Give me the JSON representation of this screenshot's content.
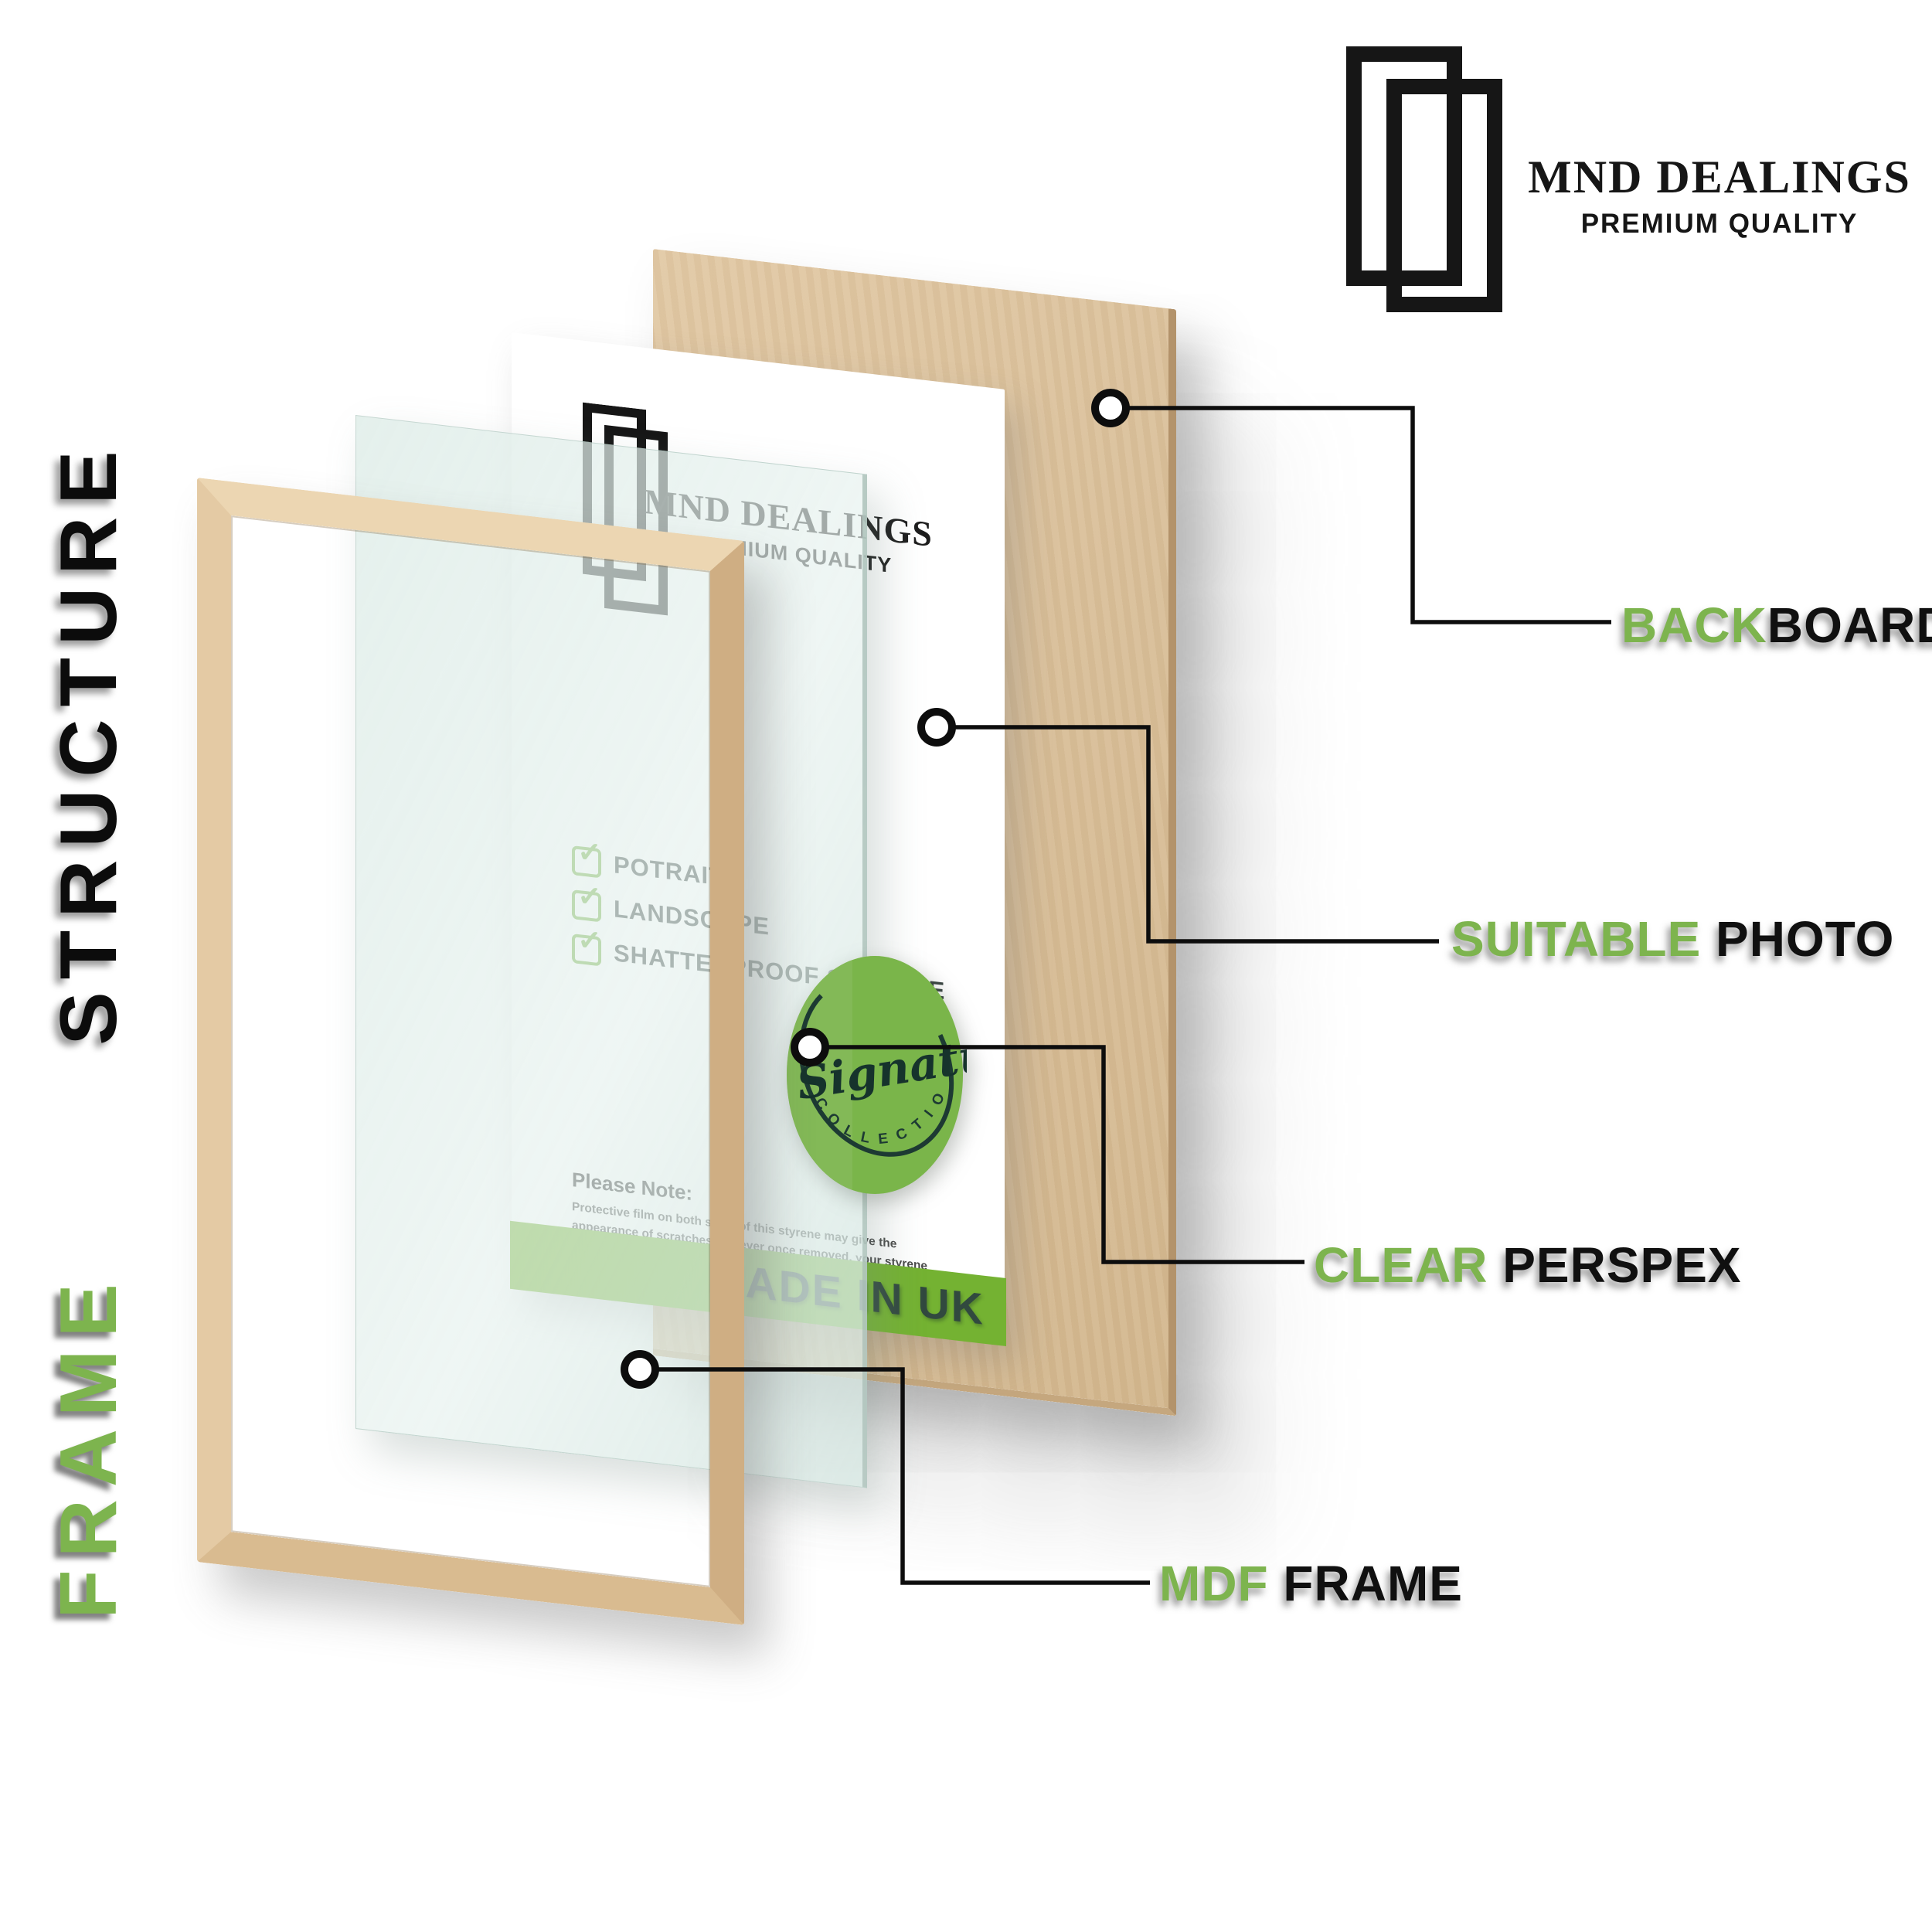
{
  "brand": {
    "name": "MND DEALINGS",
    "tagline": "PREMIUM QUALITY"
  },
  "title": {
    "word_black": "STRUCTURE",
    "word_green": "FRAME"
  },
  "labels": {
    "backboard": {
      "green": "BACK",
      "black": "BOARD"
    },
    "suitable_photo": {
      "green": "SUITABLE ",
      "black": "PHOTO"
    },
    "clear_perspex": {
      "green": "CLEAR ",
      "black": "PERSPEX"
    },
    "mdf_frame": {
      "green": "MDF ",
      "black": "FRAME"
    }
  },
  "photo_print": {
    "brand": "MND DEALINGS",
    "tagline": "PREMIUM QUALITY",
    "checklist": [
      "POTRAIT",
      "LANDSCAPE",
      "SHATTERPROOF STYRENE"
    ],
    "note_title": "Please Note:",
    "note_body": "Protective film on both sides of this styrene may give the appearance of scratches however once removed, your styrene will be perfectly clear,",
    "banner": "MADE IN UK",
    "badge": {
      "script": "Signature",
      "arc": "C O L L E C T I O N"
    }
  },
  "colors": {
    "accent_green": "#7db44e",
    "banner_green": "#74b232",
    "badge_green": "#7ab54a",
    "text_black": "#101010",
    "backboard_wood": "#d9bf99",
    "frame_wood": "#e4caa4",
    "perspex_tint": "#ddece7"
  }
}
